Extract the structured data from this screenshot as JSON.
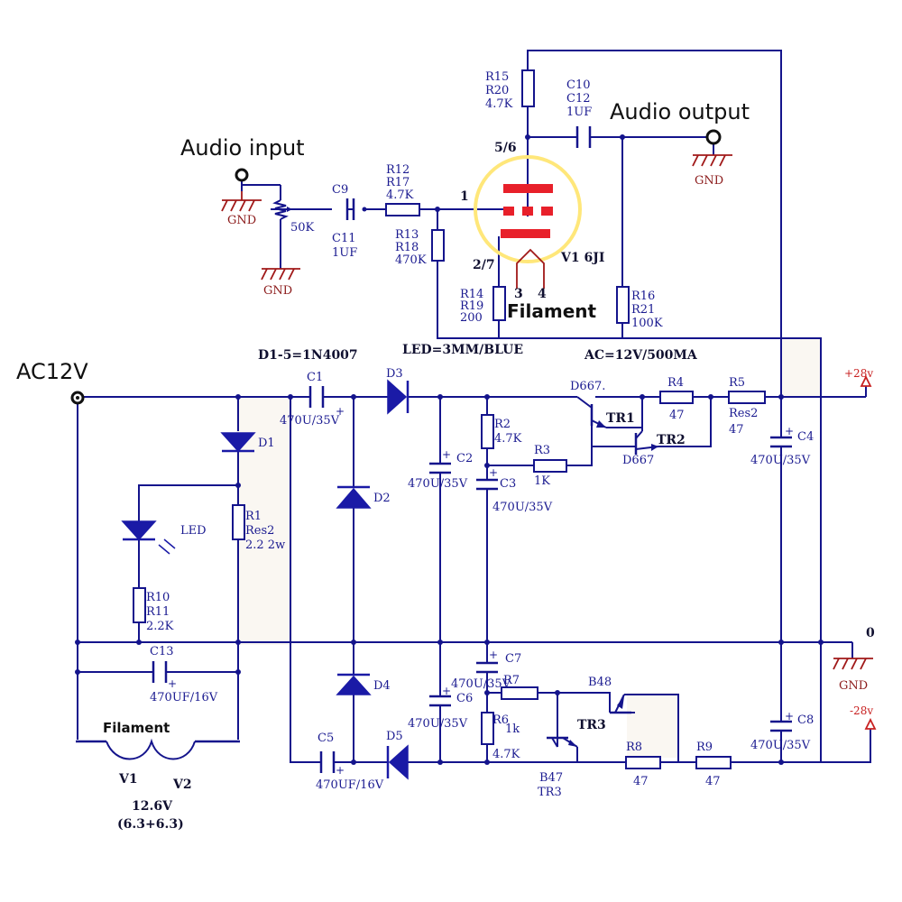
{
  "labels": {
    "audio_input": "Audio input",
    "audio_output": "Audio output",
    "ac12v": "AC12V",
    "filament_top": "Filament",
    "filament_bottom": "Filament",
    "diode_spec": "D1-5=1N4007",
    "led_spec": "LED=3MM/BLUE",
    "ac_spec": "AC=12V/500MA",
    "tube": "V1 6JI",
    "pos28": "+28v",
    "neg28": "-28v",
    "zero": "0",
    "gnd": "GND",
    "v1": "V1",
    "v2": "V2",
    "heater_v": "12.6V",
    "heater_split": "(6.3+6.3)"
  },
  "pins": {
    "p56": "5/6",
    "p1": "1",
    "p27": "2/7",
    "p3": "3",
    "p4": "4"
  },
  "parts": {
    "r15": [
      "R15",
      "R20",
      "4.7K"
    ],
    "c10": [
      "C10",
      "C12",
      "1UF"
    ],
    "r12": [
      "R12",
      "R17",
      "4.7K"
    ],
    "c9": [
      "C9"
    ],
    "c11": [
      "C11",
      "1UF"
    ],
    "r13": [
      "R13",
      "R18",
      "470K"
    ],
    "r14": [
      "R14",
      "R19",
      "200"
    ],
    "r16": [
      "R16",
      "R21",
      "100K"
    ],
    "pot": [
      "50K"
    ],
    "c1": [
      "C1",
      "470U/35V"
    ],
    "d1": "D1",
    "d2": "D2",
    "d3": "D3",
    "d4": "D4",
    "d5": "D5",
    "led": "LED",
    "r1": [
      "R1",
      "Res2",
      "2.2  2w"
    ],
    "r10": [
      "R10",
      "R11",
      "2.2K"
    ],
    "c13": [
      "C13",
      "470UF/16V"
    ],
    "c2": [
      "C2",
      "470U/35V"
    ],
    "r2": [
      "R2",
      "4.7K"
    ],
    "r3": [
      "R3",
      "1K"
    ],
    "c3": [
      "C3",
      "470U/35V"
    ],
    "tr1": [
      "D667.",
      "TR1"
    ],
    "tr2": [
      "TR2",
      "D667"
    ],
    "r4": [
      "R4",
      "47"
    ],
    "r5": [
      "R5",
      "Res2",
      "47"
    ],
    "c4": [
      "C4",
      "470U/35V"
    ],
    "c5": [
      "C5",
      "470UF/16V"
    ],
    "c6": [
      "C6",
      "470U/35V"
    ],
    "c7": [
      "C7",
      "470U/35V"
    ],
    "r7": [
      "R7",
      "1k"
    ],
    "r6": [
      "R6",
      "4.7K"
    ],
    "tr3a": [
      "B48",
      "TR3"
    ],
    "tr3b": [
      "B47",
      "TR3"
    ],
    "r8": [
      "R8",
      "47"
    ],
    "r9": [
      "R9",
      "47"
    ],
    "c8": [
      "C8",
      "470U/35V"
    ]
  }
}
